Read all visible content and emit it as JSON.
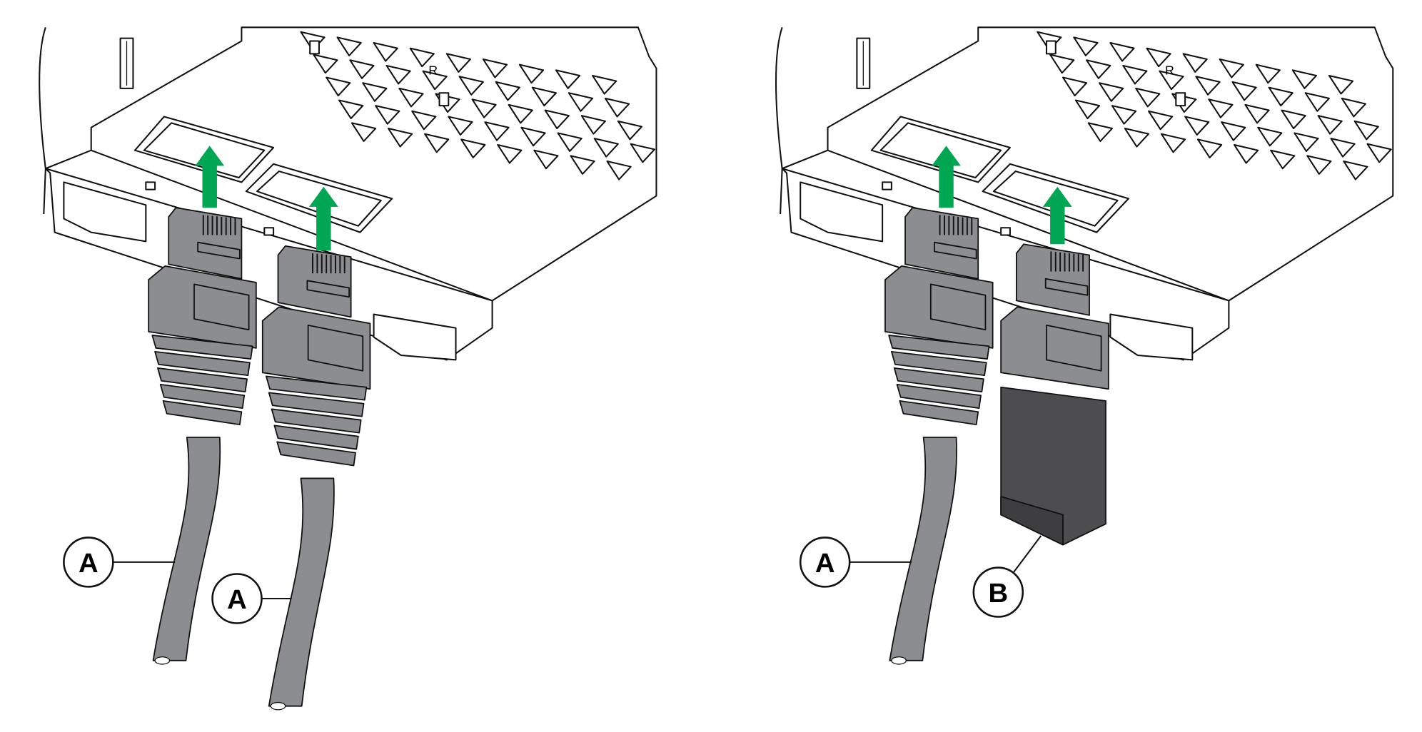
{
  "figure": {
    "panels": [
      {
        "name": "two-ethernet-cables",
        "callouts": [
          "A",
          "A"
        ]
      },
      {
        "name": "ethernet-cable-and-terminator",
        "callouts": [
          "A",
          "B"
        ]
      }
    ],
    "device_marking": "R"
  },
  "colors": {
    "arrow": "#00a651",
    "plug": "#8c8d90",
    "terminator": "#4d4d4f",
    "outline": "#111111"
  }
}
